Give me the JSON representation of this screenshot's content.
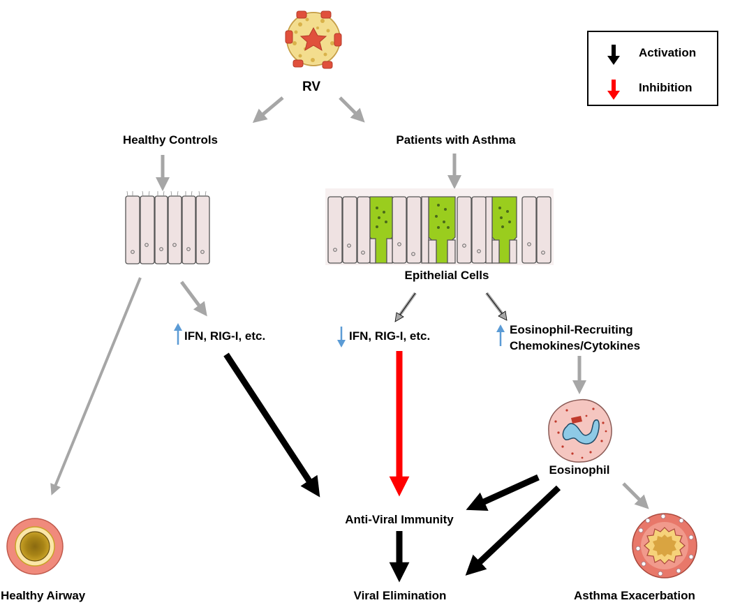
{
  "labels": {
    "rv": "RV",
    "healthy_controls": "Healthy Controls",
    "patients_with_asthma": "Patients with Asthma",
    "epithelial_cells": "Epithelial Cells",
    "ifn_up": "IFN, RIG-I, etc.",
    "ifn_down": "IFN, RIG-I, etc.",
    "eos_recruit_line1": "Eosinophil-Recruiting",
    "eos_recruit_line2": "Chemokines/Cytokines",
    "eosinophil": "Eosinophil",
    "anti_viral_immunity": "Anti-Viral Immunity",
    "viral_elimination": "Viral Elimination",
    "healthy_airway": "Healthy Airway",
    "asthma_exacerbation": "Asthma Exacerbation"
  },
  "legend": {
    "activation": "Activation",
    "inhibition": "Inhibition"
  },
  "colors": {
    "activation": "#000000",
    "inhibition": "#ff0000",
    "neutral": "#a6a6a6",
    "up_down_arrow": "#5b9bd5",
    "goblet": "#9acd1e",
    "epithelium": "#efe2e2",
    "virus_red": "#e0503c",
    "airway_red": "#e8786a",
    "airway_gold": "#c9a227"
  }
}
